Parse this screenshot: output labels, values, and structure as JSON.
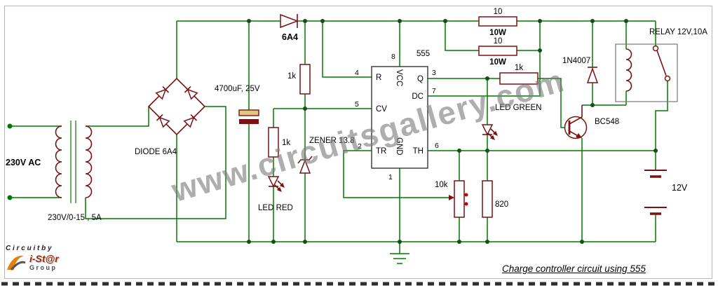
{
  "watermark": "www.circuitsgallery.com",
  "caption": "Charge controller circuit using 555",
  "credit": {
    "line1": "C i r c u i t   b y",
    "brand": "i-St@r",
    "line2": "G r o u p"
  },
  "labels": {
    "ac_input": "230V AC",
    "transformer_rating": "230V/0-15 , 5A",
    "bridge": "DIODE 6A4",
    "filter_cap": "4700uF, 25V",
    "series_diode": "6A4",
    "r_zener": "1k",
    "r_led_red": "1k",
    "zener": "ZENER 13.8",
    "led_red": "LED RED",
    "ic": "555",
    "power_r1_value": "10",
    "power_r1_watt": "10W",
    "power_r2_value": "10",
    "power_r2_watt": "10W",
    "r_base": "1k",
    "led_green": "LED GREEN",
    "flyback_diode": "1N4007",
    "transistor": "BC548",
    "relay": "RELAY 12V,10A",
    "pot": "10k",
    "r_divider": "820",
    "battery": "12V"
  },
  "ic_pins": {
    "r": {
      "name": "R",
      "num": "4"
    },
    "cv": {
      "name": "CV",
      "num": "5"
    },
    "tr": {
      "name": "TR",
      "num": "2"
    },
    "q": {
      "name": "Q",
      "num": "3"
    },
    "dc": {
      "name": "DC",
      "num": "7"
    },
    "th": {
      "name": "TH",
      "num": "6"
    },
    "vcc": {
      "name": "VCC",
      "num": "8"
    },
    "gnd": {
      "name": "GND",
      "num": "1"
    }
  },
  "colors": {
    "wire": "#007800",
    "component": "#7a1212",
    "watermark": "#8a8a8a",
    "accent": "#e87f0d"
  }
}
